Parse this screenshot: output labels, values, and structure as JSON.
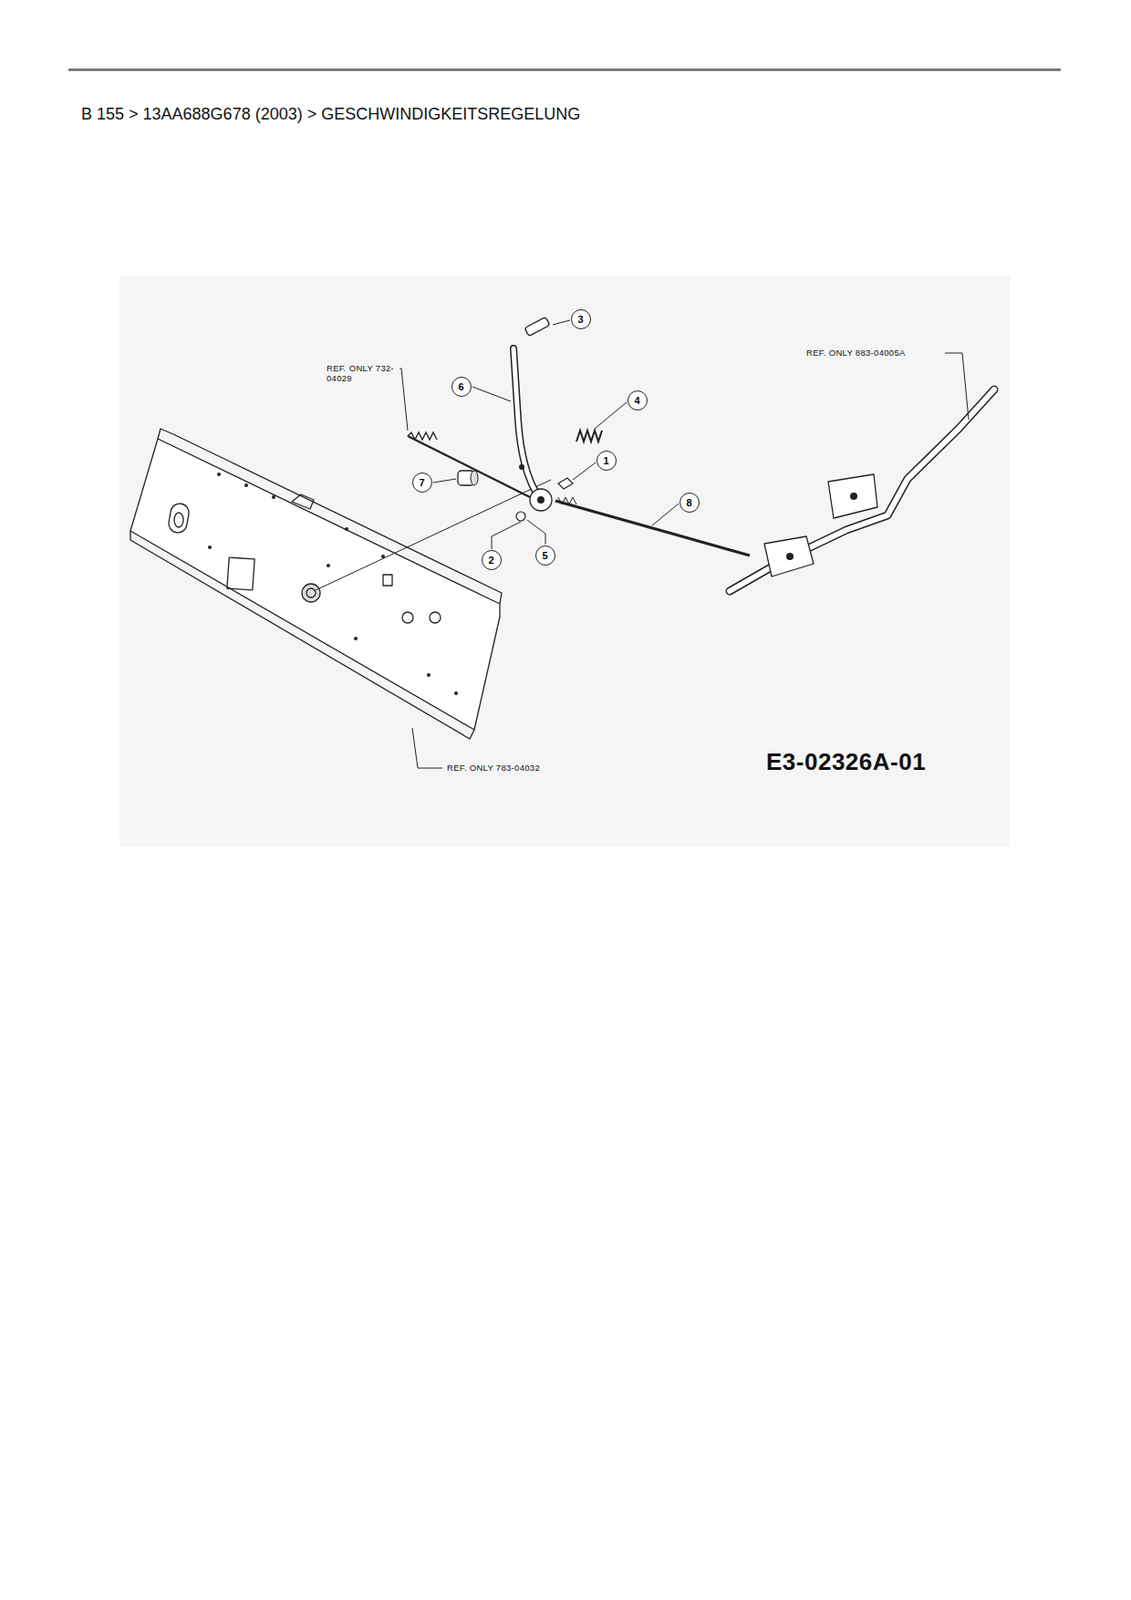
{
  "diagram": {
    "title": "B 155  >  13AA688G678 (2003)  >  GESCHWINDIGKEITSREGELUNG",
    "labels": [
      "3",
      "6",
      "REF. ONLY 732-04029",
      "4",
      "1",
      "7",
      "8",
      "2",
      "5",
      "REF. ONLY 883-04005A",
      "REF. ONLY 783-04032",
      "E3-02326A-01"
    ]
  }
}
